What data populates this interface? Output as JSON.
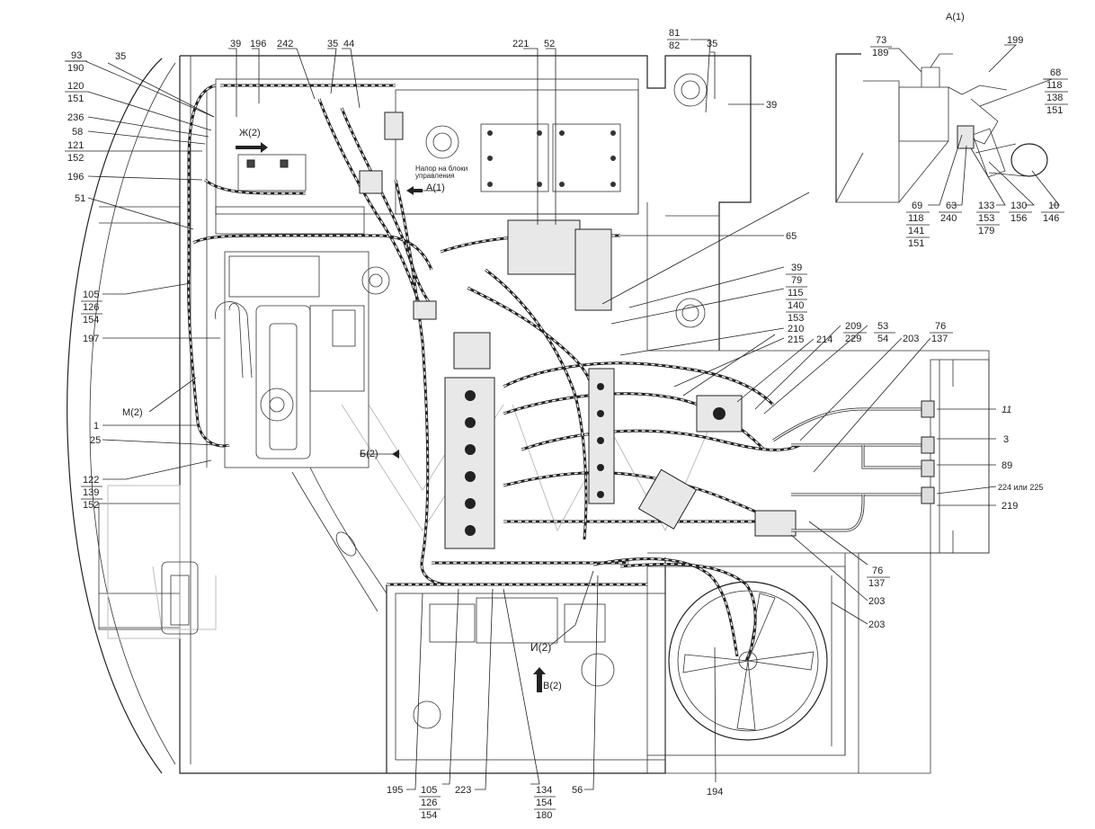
{
  "labels": {
    "l93": "93",
    "l190": "190",
    "l35a": "35",
    "l120": "120",
    "l151a": "151",
    "l236": "236",
    "l58": "58",
    "l121": "121",
    "l152a": "152",
    "l196a": "196",
    "l51": "51",
    "l105a": "105",
    "l126a": "126",
    "l154a": "154",
    "l197": "197",
    "lM2": "M(2)",
    "l1": "1",
    "l25": "25",
    "l122": "122",
    "l139": "139",
    "l152b": "152",
    "l39a": "39",
    "l196b": "196",
    "l242": "242",
    "l35b": "35",
    "l44": "44",
    "l221": "221",
    "l52": "52",
    "l81": "81",
    "l82": "82",
    "l35c": "35",
    "l39b": "39",
    "l65": "65",
    "l39c": "39",
    "l79": "79",
    "l115": "115",
    "l140": "140",
    "l153a": "153",
    "l210": "210",
    "l215": "215",
    "l214": "214",
    "l209": "209",
    "l229": "229",
    "l53": "53",
    "l54": "54",
    "l203a": "203",
    "l76a": "76",
    "l137a": "137",
    "l11": "11",
    "l3": "3",
    "l89": "89",
    "l224": "224 или 225",
    "l219": "219",
    "l76b": "76",
    "l137b": "137",
    "l203b": "203",
    "l203c": "203",
    "l195": "195",
    "l105b": "105",
    "l126b": "126",
    "l154b": "154",
    "l223": "223",
    "l134": "134",
    "l154c": "154",
    "l180": "180",
    "l56": "56",
    "l194": "194",
    "lI2": "И(2)",
    "lV2": "В(2)",
    "lB2": "Б(2)",
    "lZh2": "Ж(2)",
    "lA1": "A(1)",
    "note1": "Напор на блоки",
    "note2": "управления",
    "view_title": "A(1)",
    "l73": "73",
    "l189": "189",
    "l199": "199",
    "l68": "68",
    "l118a": "118",
    "l138": "138",
    "l151b": "151",
    "l69": "69",
    "l118b": "118",
    "l141": "141",
    "l151c": "151",
    "l63": "63",
    "l240": "240",
    "l133": "133",
    "l153b": "153",
    "l179": "179",
    "l130": "130",
    "l156": "156",
    "l10": "10",
    "l146": "146"
  }
}
